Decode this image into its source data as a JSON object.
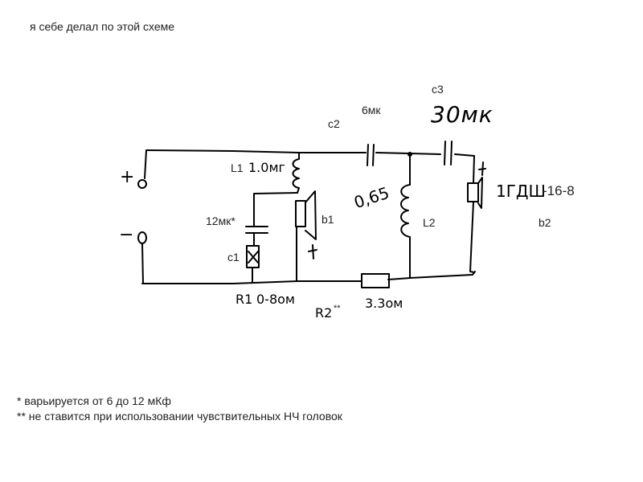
{
  "header": {
    "text": "я себе делал по этой схеме"
  },
  "terminals": {
    "plus": "+",
    "minus": "−"
  },
  "components": {
    "L1": {
      "label": "L1",
      "value": "1.0мг"
    },
    "C1": {
      "label": "c1",
      "value": "12мк*"
    },
    "B1": {
      "label": "b1",
      "polarity": "+"
    },
    "R1": {
      "label": "R1",
      "value": "0-8ом"
    },
    "C2": {
      "label": "c2",
      "value": "6мк"
    },
    "L2": {
      "label": "L2",
      "value": "0,65"
    },
    "R2": {
      "label": "R2",
      "mark": "**",
      "value": "3.3ом"
    },
    "C3": {
      "label": "c3",
      "value": "30мк"
    },
    "B2": {
      "label": "b2",
      "model": "1ГДШ",
      "model_suffix": "-16-8",
      "polarity": "+"
    }
  },
  "footnotes": [
    "* варьируется от 6 до 12 мКф",
    "** не ставится при использовании чувствительных НЧ головок"
  ],
  "colors": {
    "ink": "#000000",
    "background": "#ffffff",
    "text": "#222222"
  }
}
